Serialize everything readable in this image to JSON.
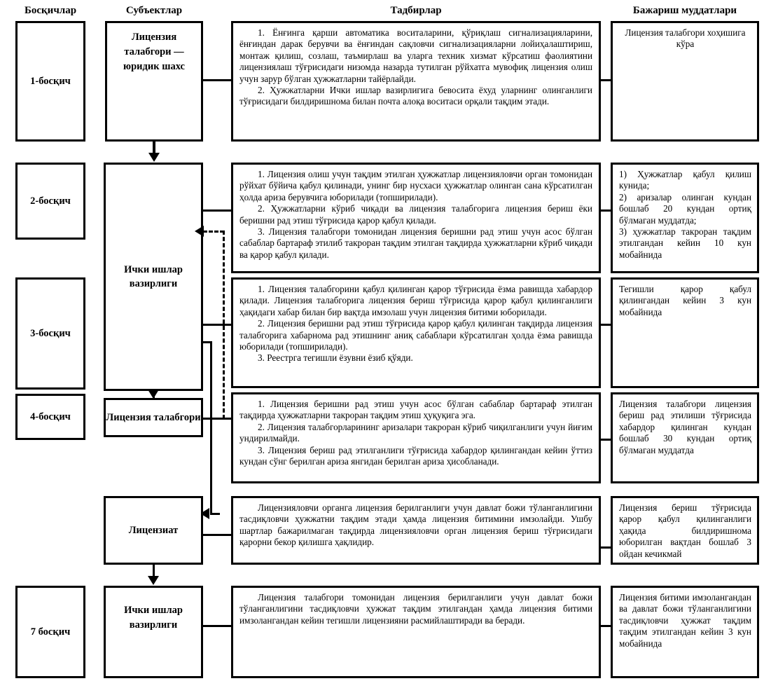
{
  "headers": {
    "stages": "Босқичлар",
    "subjects": "Субъектлар",
    "measures": "Тадбирлар",
    "deadlines": "Бажариш муддатлари"
  },
  "stages": [
    {
      "label": "1-босқич"
    },
    {
      "label": "2-босқич"
    },
    {
      "label": "3-босқич"
    },
    {
      "label": "4-босқич"
    },
    {
      "label": "7 босқич"
    }
  ],
  "subjects": {
    "applicant_legal": "Лицензия талабгори — юридик шахс",
    "ministry": "Ички ишлар вазирлиги",
    "applicant": "Лицензия талабгори",
    "licensee": "Лицензиат",
    "ministry_final": "Ички ишлар вазирлиги"
  },
  "measures": {
    "row1": [
      "1. Ёнғинга қарши автоматика воситаларини, қўриқлаш сигнализацияларини, ёнғиндан дарак берувчи ва ёнғиндан сақловчи сигнализацияларни лойиҳалаштириш, монтаж қилиш, созлаш, таъмирлаш ва уларга техник хизмат кўрсатиш фаолиятини лицензиялаш тўғрисидаги низомда назарда тутилган рўйхатга мувофиқ лицензия олиш учун зарур бўлган ҳужжатларни тайёрлайди.",
      "2. Ҳужжатларни Ички ишлар вазирлигига бевосита ёхуд уларнинг олинганлиги тўғрисидаги билдиришнома билан почта алоқа воситаси орқали тақдим этади."
    ],
    "row2": [
      "1. Лицензия олиш учун тақдим этилган ҳужжатлар лицензияловчи орган томонидан рўйхат бўйича қабул қилинади, унинг бир нусхаси ҳужжатлар олинган сана кўрсатилган ҳолда ариза берувчига юборилади (топширилади).",
      "2. Ҳужжатларни кўриб чиқади ва лицензия талабгорига лицензия бериш ёки беришни рад этиш тўғрисида қарор қабул қилади.",
      "3. Лицензия талабгори томонидан лицензия беришни рад этиш учун асос бўлган сабаблар бартараф этилиб такроран тақдим этилган тақдирда ҳужжатларни кўриб чиқади ва қарор қабул қилади."
    ],
    "row3": [
      "1. Лицензия талабгорини қабул қилинган қарор тўғрисида ёзма равишда хабардор қилади. Лицензия талабгорига лицензия бериш тўғрисида қарор қабул қилинганлиги ҳақидаги хабар билан бир вақтда имзолаш учун лицензия битими юборилади.",
      "2. Лицензия беришни рад этиш тўғрисида қарор қабул қилинган тақдирда лицензия талабгорига хабарнома рад этишнинг аниқ сабаблари кўрсатилган ҳолда ёзма равишда юборилади (топширилади).",
      "3. Реестрга тегишли ёзувни ёзиб қўяди."
    ],
    "row4": [
      "1. Лицензия беришни рад этиш учун асос бўлган сабаблар бартараф этилган тақдирда ҳужжатларни такроран тақдим этиш ҳуқуқига эга.",
      "2. Лицензия талабгорларининг аризалари такроран кўриб чиқилганлиги учун йиғим ундирилмайди.",
      "3. Лицензия бериш рад этилганлиги тўғрисида хабардор қилингандан кейин ўттиз кундан сўнг берилган ариза янгидан берилган ариза ҳисобланади."
    ],
    "row5": [
      "Лицензияловчи органга лицензия берилганлиги учун давлат божи тўланганлигини тасдиқловчи ҳужжатни тақдим этади ҳамда лицензия битимини имзолайди. Ушбу шартлар бажарилмаган тақдирда лицензияловчи орган лицензия бериш тўғрисидаги қарорни бекор қилишга ҳақлидир."
    ],
    "row6": [
      "Лицензия талабгори томонидан лицензия берилганлиги учун давлат божи тўланганлигини тасдиқловчи ҳужжат тақдим этилгандан ҳамда лицензия битими имзолангандан кейин тегишли лицензияни расмийлаштиради ва беради."
    ]
  },
  "deadlines": {
    "row1": [
      "Лицензия талабгори хоҳишига кўра"
    ],
    "row2": [
      "1)  Ҳужжатлар  қабул қилиш кунида;",
      "2)  аризалар  олинган кундан бошлаб 20 кундан ортиқ бўлмаган муддатда;",
      "3)  ҳужжатлар  такроран тақдим этилгандан кейин 10 кун мобайнида"
    ],
    "row3": [
      "Тегишли  қарор  қабул қилингандан кейин 3 кун мобайнида"
    ],
    "row4": [
      "Лицензия талабгори лицензия бериш рад этилиши тўғрисида хабардор қилинган кундан бошлаб 30 кундан ортиқ бўлмаган муддатда"
    ],
    "row5": [
      "Лицензия бериш тўғрисида қарор қабул қилинганлиги ҳақида билдиришнома юборилган вақтдан бошлаб 3 ойдан кечикмай"
    ],
    "row6": [
      "Лицензия битими имзолангандан ва давлат божи тўланганлигини тасдиқловчи ҳужжат тақдим тақдим этилгандан кейин 3 кун мобайнида"
    ]
  },
  "colors": {
    "border": "#000000",
    "background": "#ffffff",
    "text": "#000000"
  }
}
